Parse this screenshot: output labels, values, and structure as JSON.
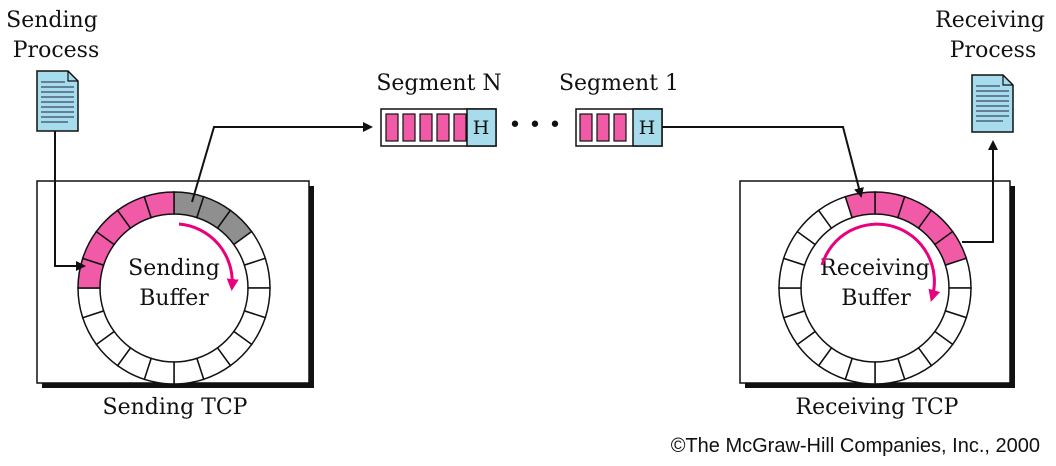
{
  "sending_process": {
    "line1": "Sending",
    "line2": "Process"
  },
  "receiving_process": {
    "line1": "Receiving",
    "line2": "Process"
  },
  "segment_n": {
    "title": "Segment N",
    "header": "H"
  },
  "segment_1": {
    "title": "Segment 1",
    "header": "H"
  },
  "ellipsis": "• • •",
  "sending_tcp": {
    "label": "Sending TCP",
    "buffer_line1": "Sending",
    "buffer_line2": "Buffer"
  },
  "receiving_tcp": {
    "label": "Receiving TCP",
    "buffer_line1": "Receiving",
    "buffer_line2": "Buffer"
  },
  "copyright": "©The McGraw-Hill Companies, Inc., 2000",
  "colors": {
    "data_pink": "#f05aa6",
    "sent_gray": "#8f8f8f",
    "header_blue": "#a6dcec",
    "document_blue": "#a6dcec",
    "arrow_magenta": "#e8007c"
  }
}
